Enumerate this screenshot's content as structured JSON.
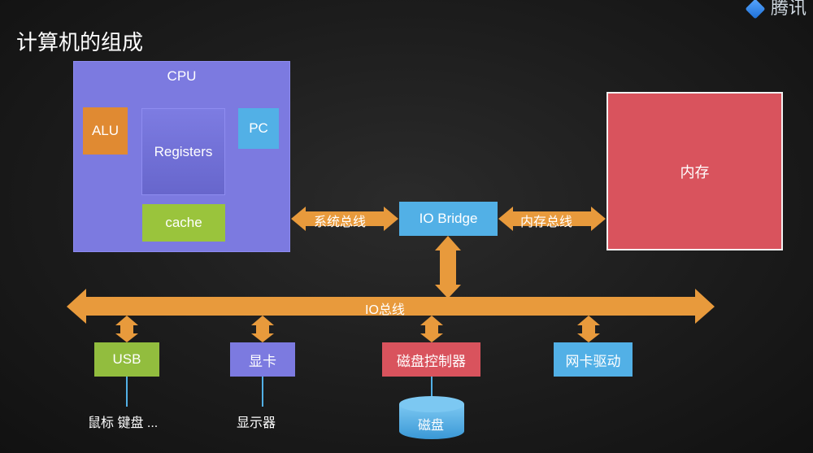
{
  "page": {
    "title": "计算机的组成",
    "logo_text": "腾讯"
  },
  "cpu": {
    "label": "CPU",
    "alu": "ALU",
    "registers": "Registers",
    "pc": "PC",
    "cache": "cache"
  },
  "memory": {
    "label": "内存"
  },
  "io_bridge": {
    "label": "IO Bridge"
  },
  "buses": {
    "system_bus": "系统总线",
    "memory_bus": "内存总线",
    "io_bus": "IO总线"
  },
  "devices": {
    "usb": "USB",
    "gpu": "显卡",
    "disk_controller": "磁盘控制器",
    "nic": "网卡驱动"
  },
  "peripherals": {
    "usb_devices": "鼠标 键盘 ...",
    "display": "显示器",
    "disk": "磁盘"
  },
  "colors": {
    "arrow": "#e89a3c",
    "cpu": "#7c7ae0",
    "memory": "#d9535d",
    "io_bridge": "#52b0e6",
    "usb": "#92bd3e",
    "cache": "#9ac43c",
    "alu": "#e08a32",
    "connector": "#52b0e6"
  }
}
